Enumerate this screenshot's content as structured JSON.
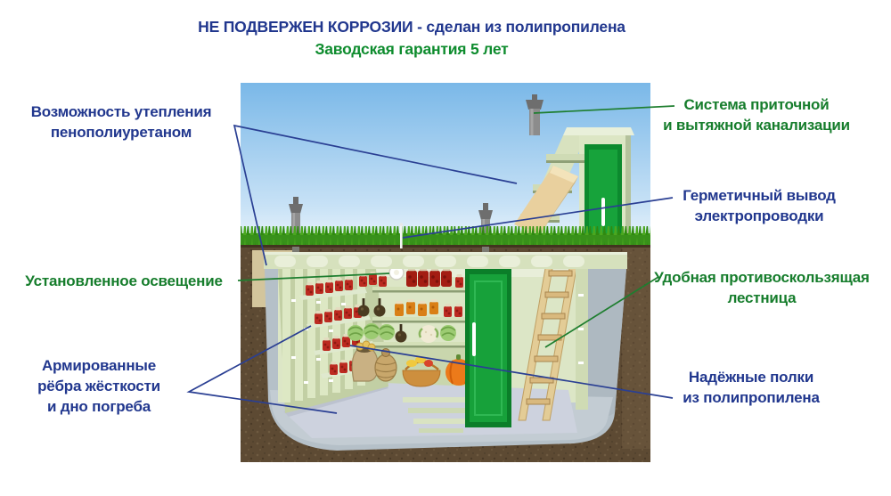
{
  "title": {
    "line1": "НЕ ПОДВЕРЖЕН КОРРОЗИИ - сделан из полипропилена",
    "line2": "Заводская гарантия 5 лет"
  },
  "callouts": {
    "insulation": {
      "lines": [
        "Возможность утепления",
        "пенополиуретаном"
      ],
      "color": "blue"
    },
    "lighting": {
      "lines": [
        "Установленное освещение"
      ],
      "color": "green"
    },
    "ribs": {
      "lines": [
        "Армированные",
        "рёбра жёсткости",
        "и дно погреба"
      ],
      "color": "blue"
    },
    "ventilation": {
      "lines": [
        "Система приточной",
        "и вытяжной канализации"
      ],
      "color": "green"
    },
    "wiring": {
      "lines": [
        "Герметичный вывод",
        "электропроводки"
      ],
      "color": "blue"
    },
    "ladder": {
      "lines": [
        "Удобная противоскользящая",
        "лестница"
      ],
      "color": "green"
    },
    "shelves": {
      "lines": [
        "Надёжные полки",
        "из полипропилена"
      ],
      "color": "blue"
    }
  },
  "illustration": {
    "subject": "подземный погреб из полипропилена в разрезе",
    "features": [
      "вентиляционные трубы",
      "зелёная дверь",
      "деревянная лестница",
      "полки с банками и овощами",
      "светильник",
      "рёбра жёсткости",
      "утеплитель",
      "люк с зелёной крышкой"
    ]
  },
  "colors": {
    "text_blue": "#21378e",
    "text_green": "#0e8c2e",
    "leader_blue": "#2a3f93",
    "leader_green": "#1e7e2f",
    "sky": "#7fbde9",
    "grass": "#3c9719",
    "soil": "#5d4a33",
    "cellar_wall": "#d9e3c1",
    "shell_gray": "#b5c0c8",
    "door_green": "#17a13a",
    "wood": "#e3cc96",
    "insulation_tan": "#e9d09e"
  }
}
